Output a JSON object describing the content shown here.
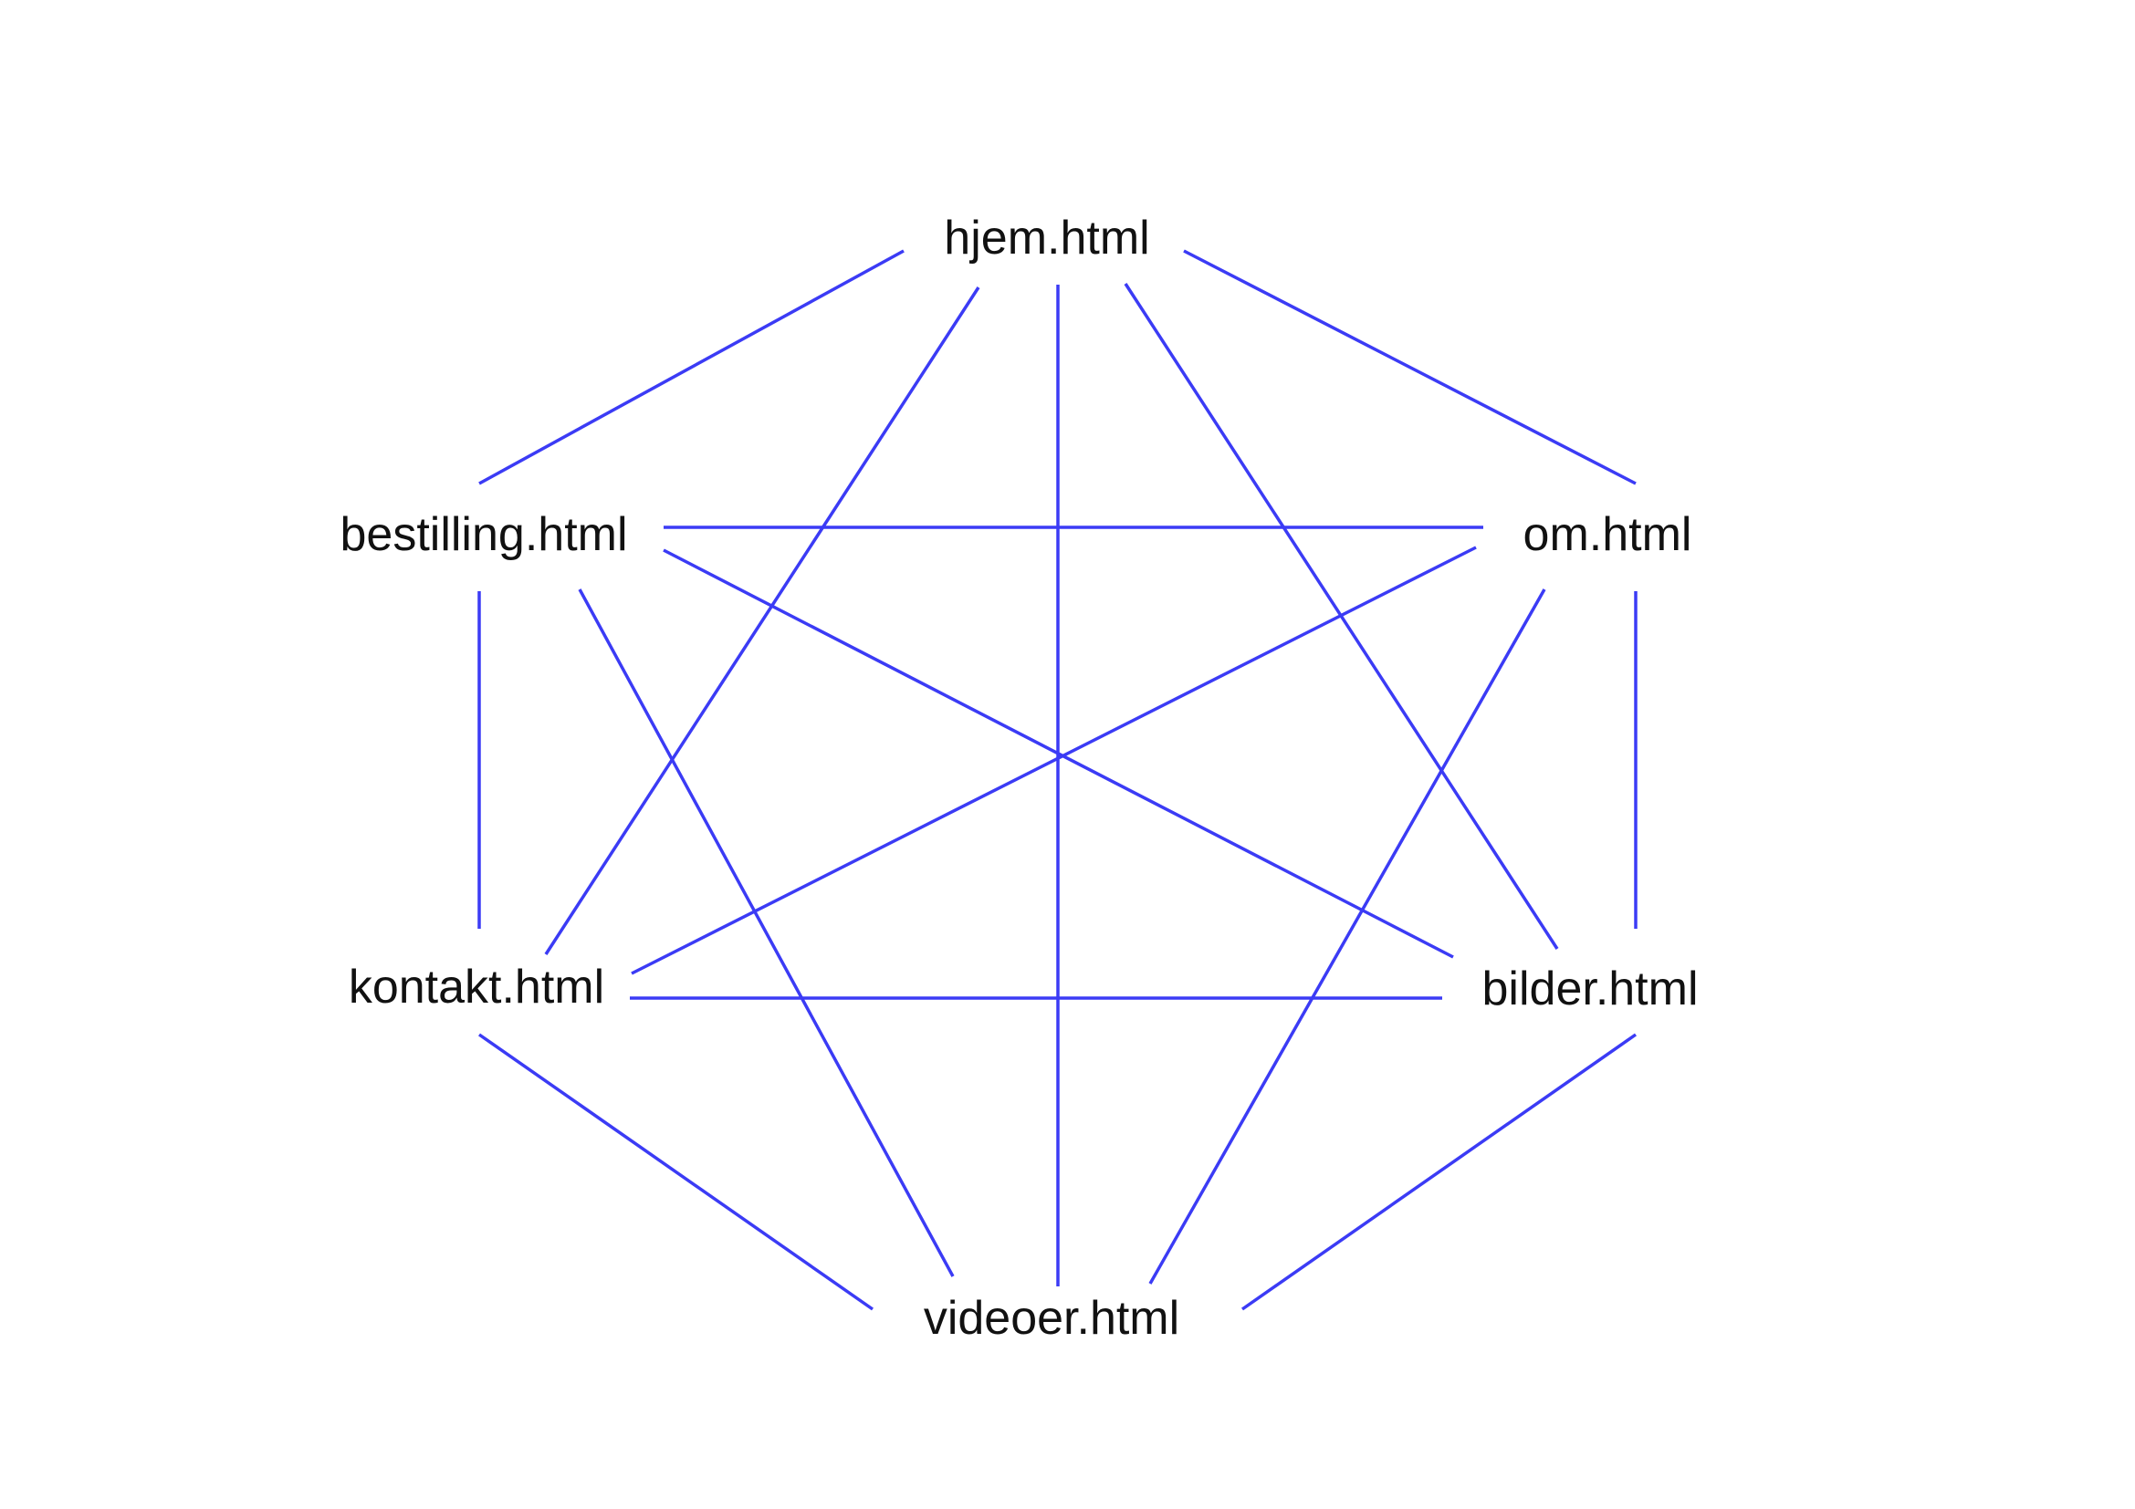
{
  "diagram": {
    "line_color": "#3b3bf5",
    "text_color": "#111111",
    "nodes": {
      "hjem": "hjem.html",
      "om": "om.html",
      "bestilling": "bestilling.html",
      "kontakt": "kontakt.html",
      "bilder": "bilder.html",
      "videoer": "videoer.html"
    },
    "edges": [
      [
        "hjem",
        "bestilling"
      ],
      [
        "hjem",
        "om"
      ],
      [
        "hjem",
        "kontakt"
      ],
      [
        "hjem",
        "videoer"
      ],
      [
        "hjem",
        "bilder"
      ],
      [
        "bestilling",
        "om"
      ],
      [
        "bestilling",
        "bilder"
      ],
      [
        "bestilling",
        "kontakt"
      ],
      [
        "bestilling",
        "videoer"
      ],
      [
        "om",
        "kontakt"
      ],
      [
        "om",
        "videoer"
      ],
      [
        "om",
        "bilder"
      ],
      [
        "kontakt",
        "bilder"
      ],
      [
        "kontakt",
        "videoer"
      ],
      [
        "bilder",
        "videoer"
      ]
    ]
  }
}
